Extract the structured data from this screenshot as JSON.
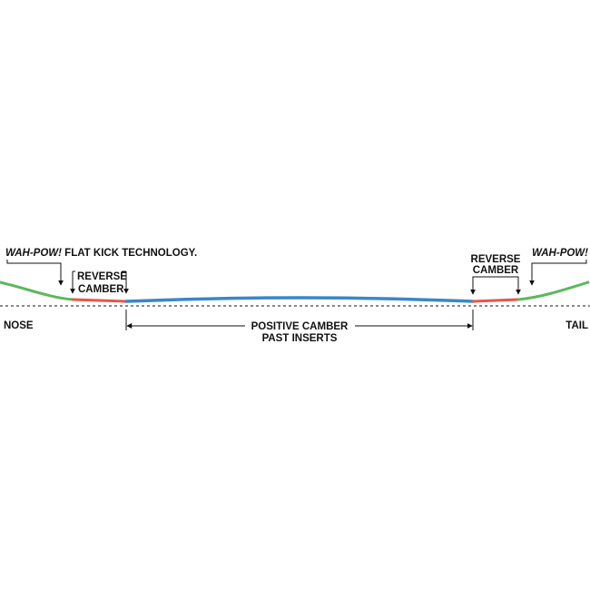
{
  "labels": {
    "wahpow_left_italic": "WAH-POW!",
    "wahpow_left_rest": " FLAT KICK TECHNOLOGY.",
    "reverse_left_1": "REVERSE",
    "reverse_left_2": "CAMBER",
    "reverse_right_1": "REVERSE",
    "reverse_right_2": "CAMBER",
    "wahpow_right": "WAH-POW!",
    "positive_1": "POSITIVE CAMBER",
    "positive_2": "PAST INSERTS",
    "nose": "NOSE",
    "tail": "TAIL"
  },
  "colors": {
    "flat_kick": "#5cb85c",
    "reverse_camber": "#e8564a",
    "positive_camber": "#3a87c8",
    "ink": "#111111",
    "background": "#ffffff"
  },
  "profile_segments": [
    {
      "name": "nose-kick",
      "type": "flat kick",
      "color_key": "flat_kick"
    },
    {
      "name": "reverse-camber-nose",
      "type": "reverse camber",
      "color_key": "reverse_camber"
    },
    {
      "name": "positive-camber",
      "type": "positive camber",
      "color_key": "positive_camber"
    },
    {
      "name": "reverse-camber-tail",
      "type": "reverse camber",
      "color_key": "reverse_camber"
    },
    {
      "name": "tail-kick",
      "type": "flat kick",
      "color_key": "flat_kick"
    }
  ]
}
